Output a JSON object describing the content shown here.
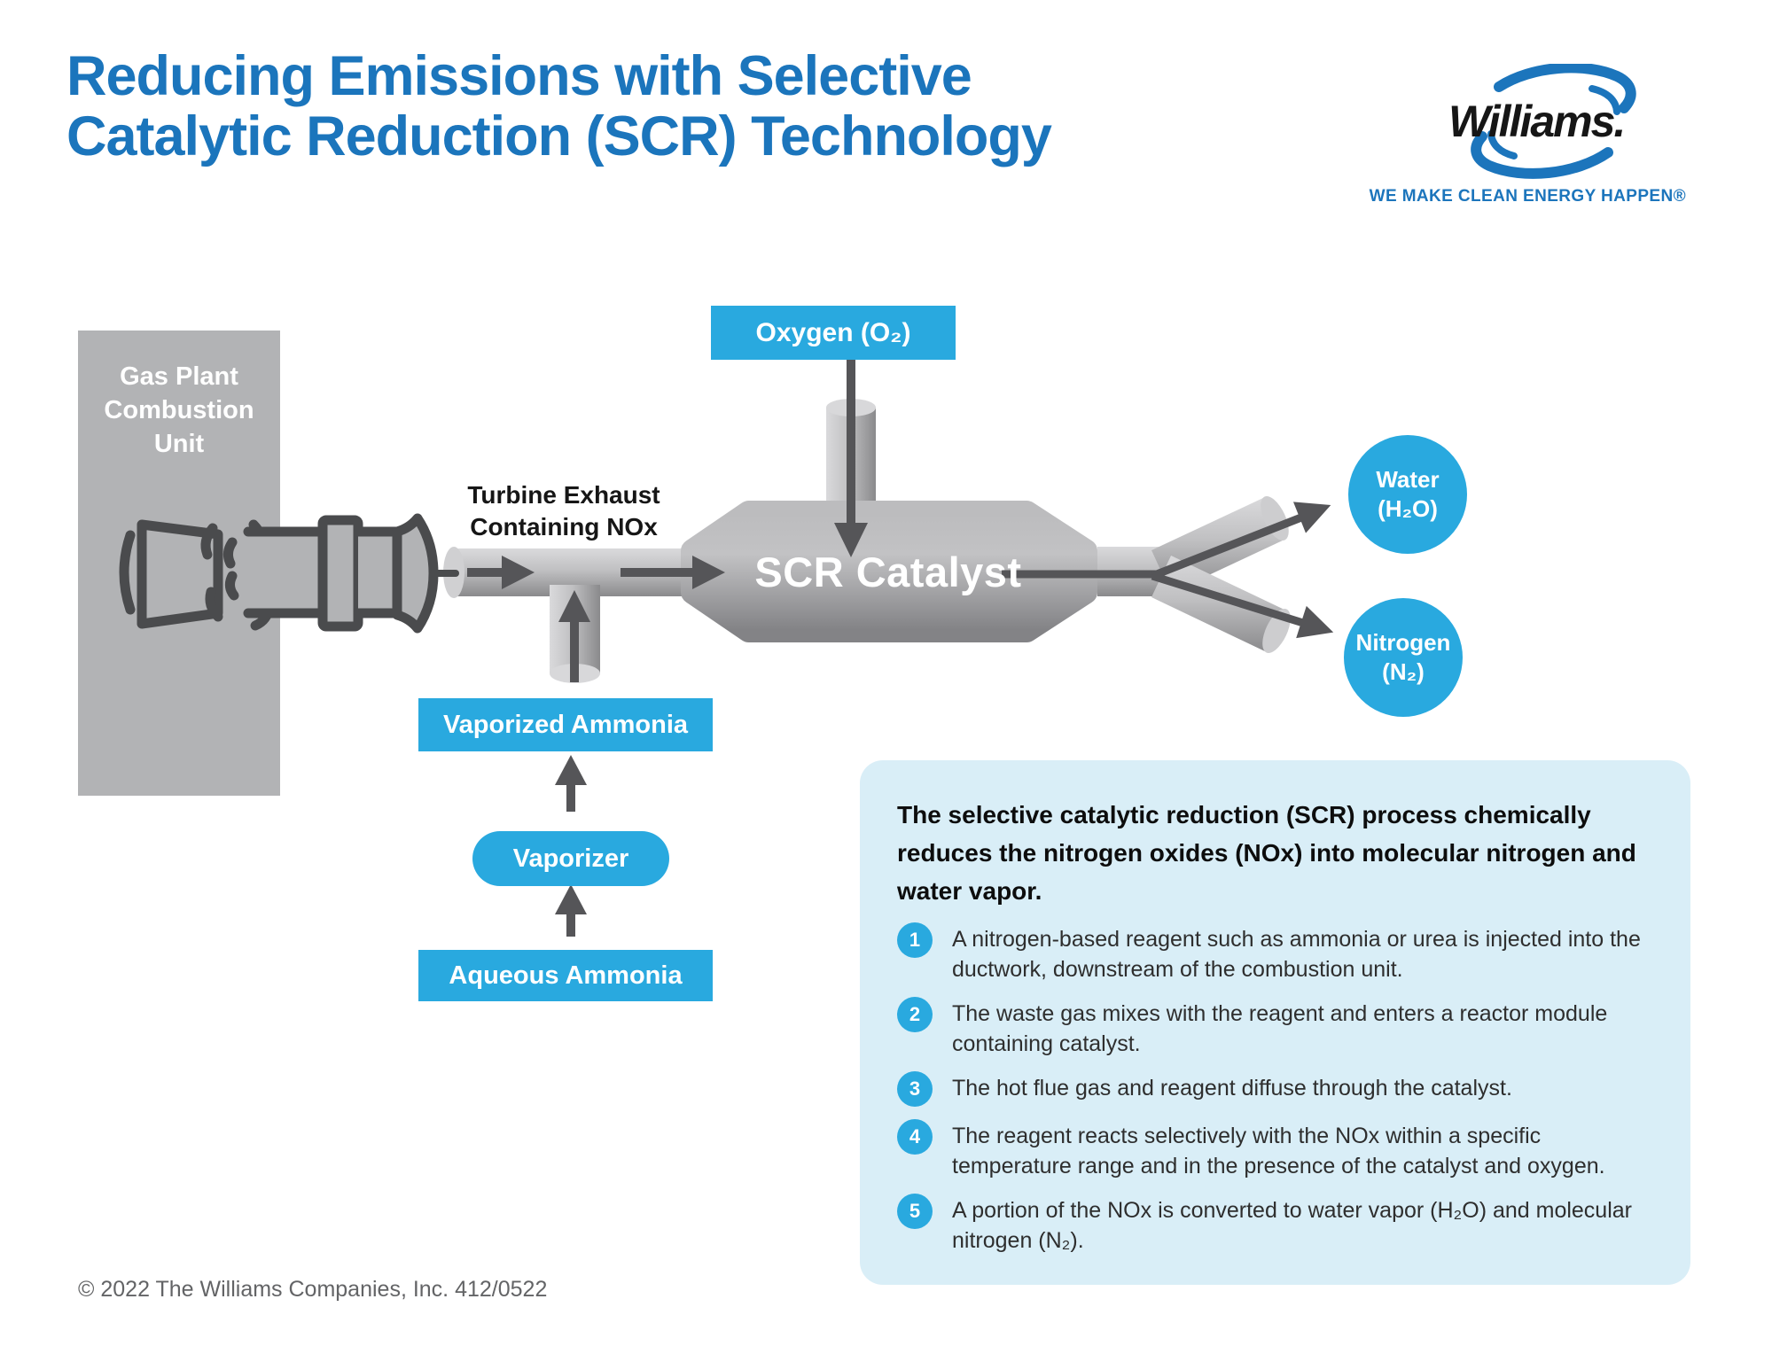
{
  "header": {
    "title_lines": [
      "Reducing Emissions with Selective",
      "Catalytic Reduction (SCR) Technology"
    ],
    "title_color": "#1B75BC",
    "logo_text": "Williams.",
    "tagline": "WE MAKE CLEAN ENERGY HAPPEN®"
  },
  "diagram": {
    "accent_color": "#29A9DF",
    "pipe_gray": "#B2B3B5",
    "gas_unit_lines": [
      "Gas Plant",
      "Combustion",
      "Unit"
    ],
    "exhaust_label_lines": [
      "Turbine Exhaust",
      "Containing NOx"
    ],
    "oxygen_label": "Oxygen (O₂)",
    "scr_label": "SCR Catalyst",
    "water_lines": [
      "Water",
      "(H₂O)"
    ],
    "nitrogen_lines": [
      "Nitrogen",
      "(N₂)"
    ],
    "vaporized_ammonia_label": "Vaporized Ammonia",
    "vaporizer_label": "Vaporizer",
    "aqueous_ammonia_label": "Aqueous Ammonia"
  },
  "info_panel": {
    "bg_color": "#D9EEF7",
    "intro": "The selective catalytic reduction (SCR) process chemically reduces the nitrogen oxides (NOx) into molecular nitrogen and water vapor.",
    "steps": [
      {
        "num": "1",
        "text": "A nitrogen-based reagent such as ammonia or urea is injected into the ductwork, downstream of the combustion unit."
      },
      {
        "num": "2",
        "text": "The waste gas mixes with the reagent and enters a reactor module containing catalyst."
      },
      {
        "num": "3",
        "text": "The hot flue gas and reagent diffuse through the catalyst."
      },
      {
        "num": "4",
        "text": "The reagent reacts selectively with the NOx within a specific temperature range and in the presence of the catalyst and oxygen."
      },
      {
        "num": "5",
        "text": "A portion of the NOx is converted to water vapor (H₂O) and molecular nitrogen (N₂)."
      }
    ]
  },
  "footer": {
    "copyright": "© 2022 The Williams Companies, Inc. 412/0522"
  }
}
